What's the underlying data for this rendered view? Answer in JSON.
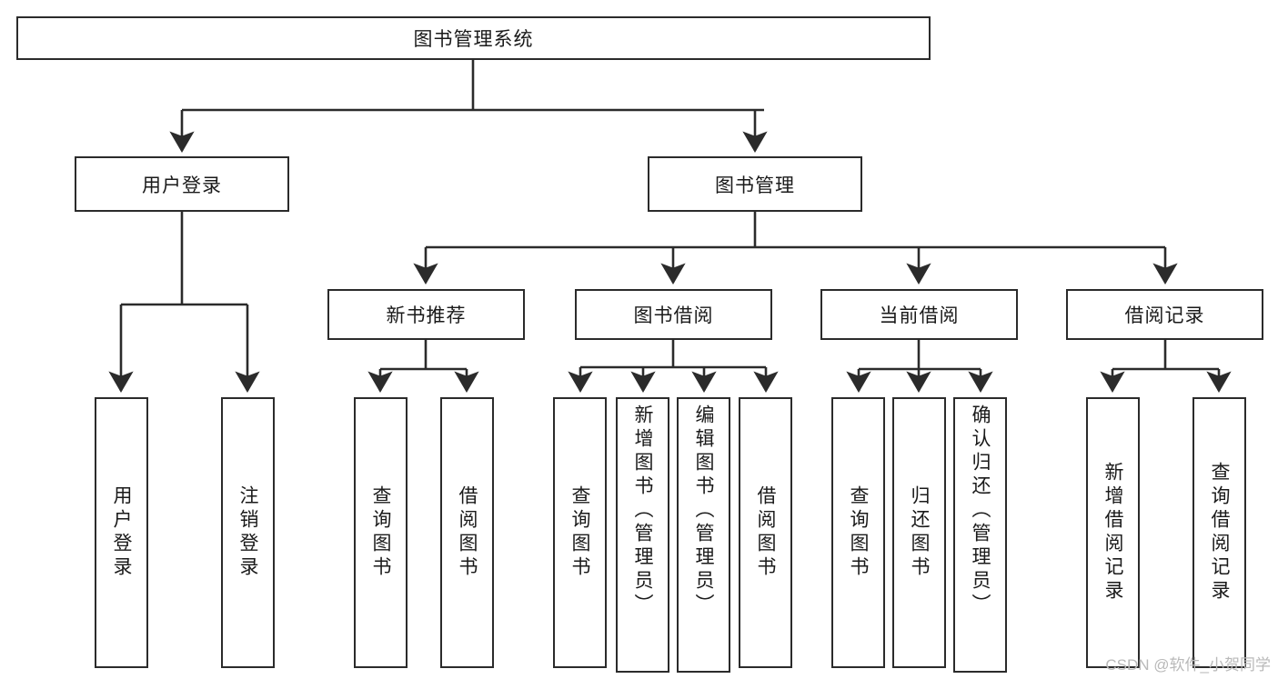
{
  "diagram": {
    "type": "tree-hierarchy",
    "title": "图书管理系统",
    "root": {
      "id": "root",
      "label": "图书管理系统",
      "orientation": "horizontal"
    },
    "level2": [
      {
        "id": "user-login",
        "label": "用户登录",
        "orientation": "horizontal"
      },
      {
        "id": "book-manage",
        "label": "图书管理",
        "orientation": "horizontal"
      }
    ],
    "level3": [
      {
        "id": "new-book-recommend",
        "label": "新书推荐",
        "orientation": "horizontal",
        "parent": "book-manage"
      },
      {
        "id": "book-borrow",
        "label": "图书借阅",
        "orientation": "horizontal",
        "parent": "book-manage"
      },
      {
        "id": "current-borrow",
        "label": "当前借阅",
        "orientation": "horizontal",
        "parent": "book-manage"
      },
      {
        "id": "borrow-record",
        "label": "借阅记录",
        "orientation": "horizontal",
        "parent": "book-manage"
      }
    ],
    "leaves": [
      {
        "id": "leaf-user-login",
        "label": "用户登录",
        "parent": "user-login",
        "orientation": "vertical"
      },
      {
        "id": "leaf-user-logout",
        "label": "注销登录",
        "parent": "user-login",
        "orientation": "vertical"
      },
      {
        "id": "leaf-query-book-1",
        "label": "查询图书",
        "parent": "new-book-recommend",
        "orientation": "vertical"
      },
      {
        "id": "leaf-borrow-book-1",
        "label": "借阅图书",
        "parent": "new-book-recommend",
        "orientation": "vertical"
      },
      {
        "id": "leaf-query-book-2",
        "label": "查询图书",
        "parent": "book-borrow",
        "orientation": "vertical"
      },
      {
        "id": "leaf-add-book",
        "label": "新增图书（管理员）",
        "parent": "book-borrow",
        "orientation": "vertical"
      },
      {
        "id": "leaf-edit-book",
        "label": "编辑图书（管理员）",
        "parent": "book-borrow",
        "orientation": "vertical"
      },
      {
        "id": "leaf-borrow-book-2",
        "label": "借阅图书",
        "parent": "book-borrow",
        "orientation": "vertical"
      },
      {
        "id": "leaf-query-book-3",
        "label": "查询图书",
        "parent": "current-borrow",
        "orientation": "vertical"
      },
      {
        "id": "leaf-return-book",
        "label": "归还图书",
        "parent": "current-borrow",
        "orientation": "vertical"
      },
      {
        "id": "leaf-confirm-return",
        "label": "确认归还（管理员）",
        "parent": "current-borrow",
        "orientation": "vertical"
      },
      {
        "id": "leaf-add-record",
        "label": "新增借阅记录",
        "parent": "borrow-record",
        "orientation": "vertical"
      },
      {
        "id": "leaf-query-record",
        "label": "查询借阅记录",
        "parent": "borrow-record",
        "orientation": "vertical"
      }
    ]
  },
  "watermark": {
    "text": "CSDN @软件_小贺同学"
  },
  "colors": {
    "stroke": "#2b2b2b",
    "background": "#ffffff",
    "text": "#1a1a1a",
    "watermark": "#b9b9b9"
  }
}
